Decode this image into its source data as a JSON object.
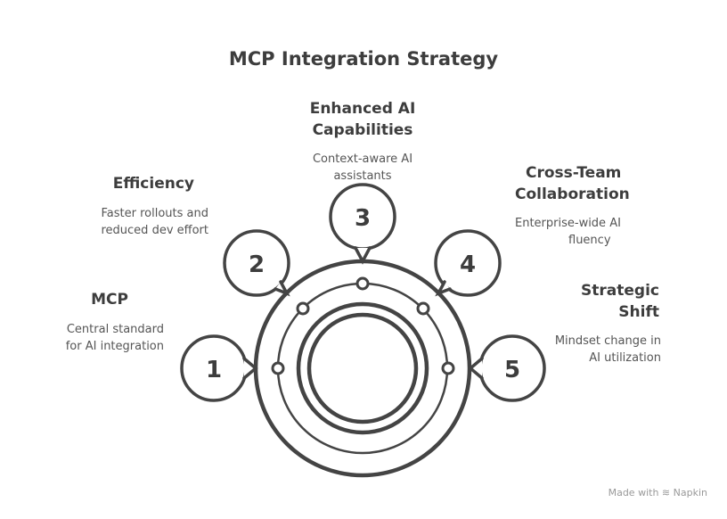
{
  "title": "MCP Integration Strategy",
  "steps": [
    {
      "number": "1",
      "heading": "MCP",
      "description_lines": [
        "Central standard",
        "for AI integration"
      ]
    },
    {
      "number": "2",
      "heading": "Efficiency",
      "description_lines": [
        "Faster rollouts and",
        "reduced dev effort"
      ]
    },
    {
      "number": "3",
      "heading_lines": [
        "Enhanced AI",
        "Capabilities"
      ],
      "description_lines": [
        "Context-aware AI",
        "assistants"
      ]
    },
    {
      "number": "4",
      "heading_lines": [
        "Cross-Team",
        "Collaboration"
      ],
      "description_lines": [
        "Enterprise-wide AI",
        "fluency"
      ]
    },
    {
      "number": "5",
      "heading_lines": [
        "Strategic",
        "Shift"
      ],
      "description_lines": [
        "Mindset change in",
        "AI utilization"
      ]
    }
  ],
  "footer": {
    "made_with": "Made with",
    "brand": "Napkin"
  },
  "colors": {
    "stroke": "#444444",
    "text": "#3d3d3d"
  }
}
